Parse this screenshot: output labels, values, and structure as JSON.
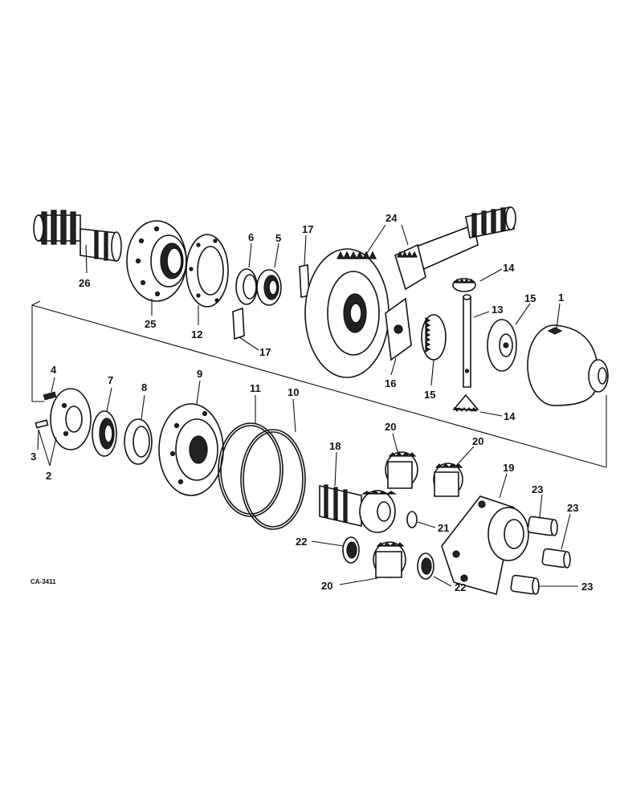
{
  "figure_code": "CA-3411",
  "parts": [
    {
      "id": "p1",
      "callout": "1"
    },
    {
      "id": "p2",
      "callout": "2"
    },
    {
      "id": "p3",
      "callout": "3"
    },
    {
      "id": "p4",
      "callout": "4"
    },
    {
      "id": "p5",
      "callout": "5"
    },
    {
      "id": "p6",
      "callout": "6"
    },
    {
      "id": "p7",
      "callout": "7"
    },
    {
      "id": "p8",
      "callout": "8"
    },
    {
      "id": "p9",
      "callout": "9"
    },
    {
      "id": "p10",
      "callout": "10"
    },
    {
      "id": "p11",
      "callout": "11"
    },
    {
      "id": "p12",
      "callout": "12"
    },
    {
      "id": "p13",
      "callout": "13"
    },
    {
      "id": "p14",
      "callout": "14"
    },
    {
      "id": "p15",
      "callout": "15"
    },
    {
      "id": "p16",
      "callout": "16"
    },
    {
      "id": "p17",
      "callout": "17"
    },
    {
      "id": "p18",
      "callout": "18"
    },
    {
      "id": "p19",
      "callout": "19"
    },
    {
      "id": "p20",
      "callout": "20"
    },
    {
      "id": "p21",
      "callout": "21"
    },
    {
      "id": "p22",
      "callout": "22"
    },
    {
      "id": "p23",
      "callout": "23"
    },
    {
      "id": "p24",
      "callout": "24"
    },
    {
      "id": "p25",
      "callout": "25"
    },
    {
      "id": "p26",
      "callout": "26"
    }
  ]
}
